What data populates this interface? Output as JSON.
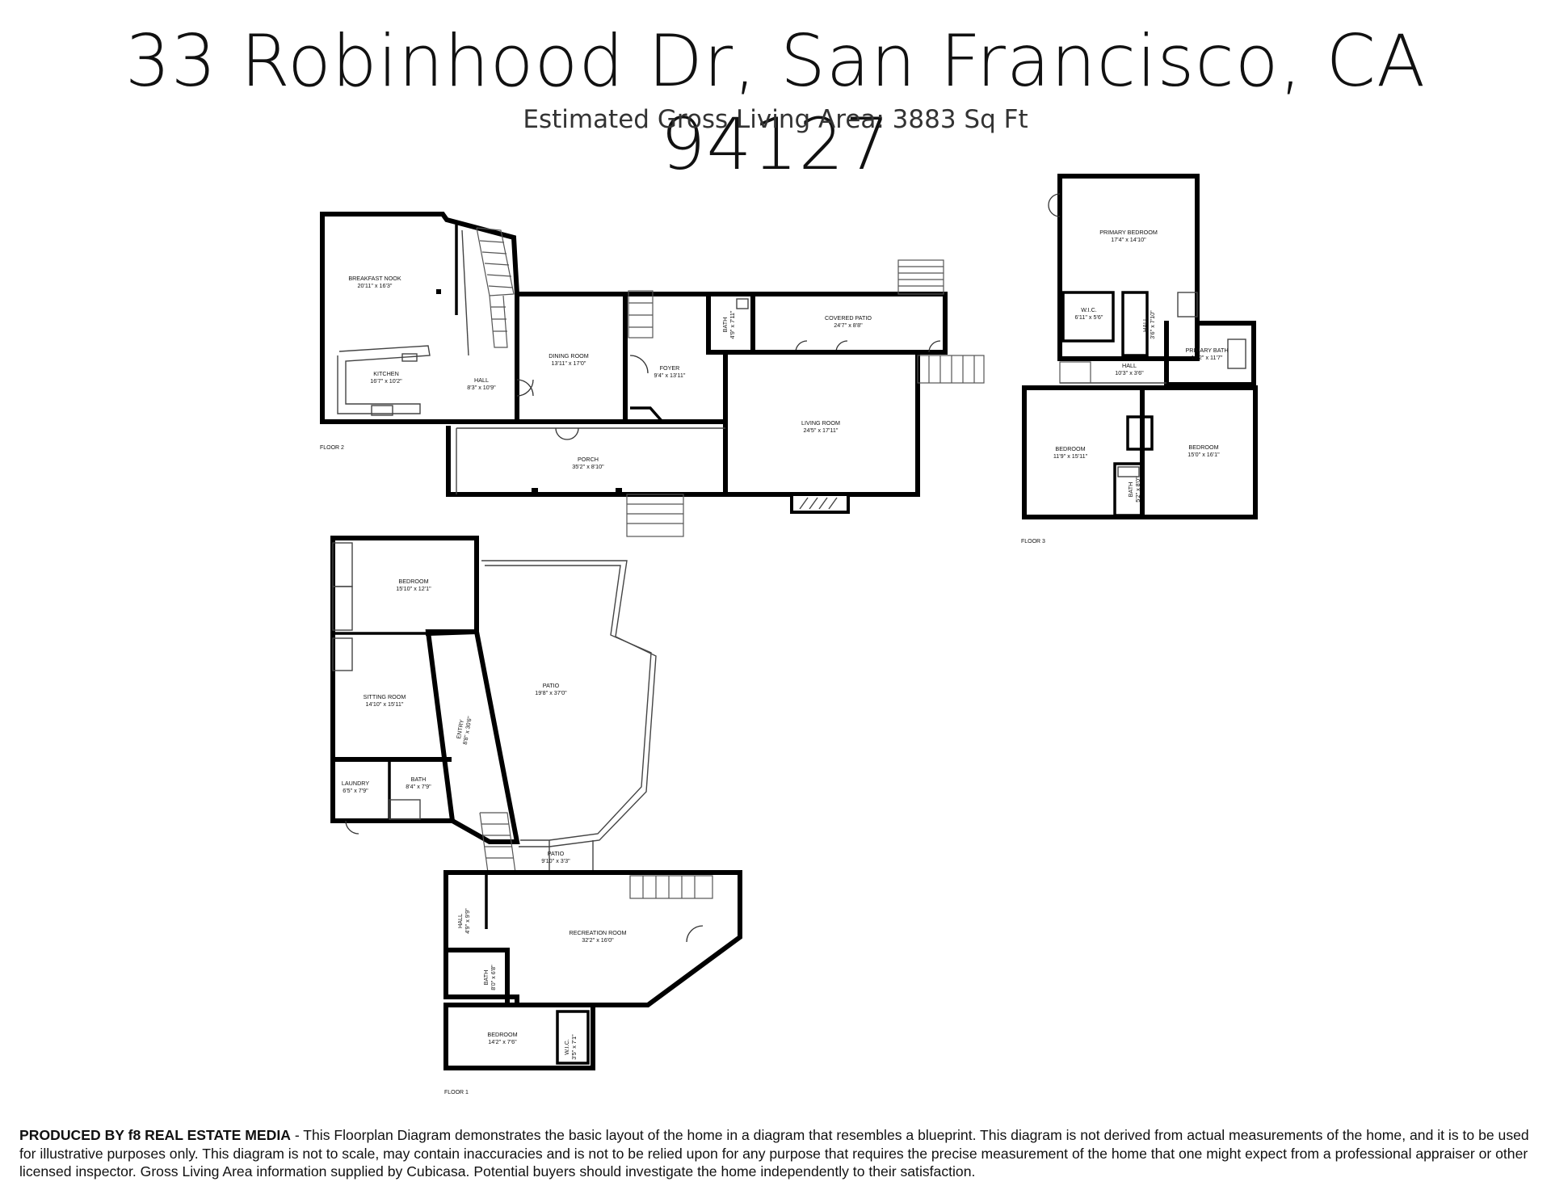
{
  "header": {
    "title": "33 Robinhood Dr, San Francisco, CA 94127",
    "subtitle": "Estimated Gross Living Area: 3883 Sq Ft"
  },
  "floors": {
    "floor2": {
      "label": "FLOOR 2",
      "rooms": {
        "breakfast_nook": {
          "name": "BREAKFAST NOOK",
          "dims": "20'11\" x 16'3\""
        },
        "kitchen": {
          "name": "KITCHEN",
          "dims": "16'7\" x 10'2\""
        },
        "hall": {
          "name": "HALL",
          "dims": "8'3\" x 10'9\""
        },
        "dining_room": {
          "name": "DINING ROOM",
          "dims": "13'11\" x 17'0\""
        },
        "foyer": {
          "name": "FOYER",
          "dims": "9'4\" x 13'11\""
        },
        "bath": {
          "name": "BATH",
          "dims": "4'9\" x 7'11\""
        },
        "covered_patio": {
          "name": "COVERED PATIO",
          "dims": "24'7\" x 8'8\""
        },
        "living_room": {
          "name": "LIVING ROOM",
          "dims": "24'5\" x 17'11\""
        },
        "porch": {
          "name": "PORCH",
          "dims": "35'2\" x 8'10\""
        }
      }
    },
    "floor3": {
      "label": "FLOOR 3",
      "rooms": {
        "primary_bedroom": {
          "name": "PRIMARY BEDROOM",
          "dims": "17'4\" x 14'10\""
        },
        "wic": {
          "name": "W.I.C.",
          "dims": "6'11\" x 5'6\""
        },
        "hall_small": {
          "name": "HALL",
          "dims": "3'6\" x 7'10\""
        },
        "primary_bath": {
          "name": "PRIMARY BATH",
          "dims": "10'2\" x 11'7\""
        },
        "hall": {
          "name": "HALL",
          "dims": "10'3\" x 3'6\""
        },
        "bedroom_left": {
          "name": "BEDROOM",
          "dims": "11'9\" x 15'11\""
        },
        "bedroom_right": {
          "name": "BEDROOM",
          "dims": "15'0\" x 16'1\""
        },
        "bath": {
          "name": "BATH",
          "dims": "5'2\" x 8'0\""
        }
      }
    },
    "floor1": {
      "label": "FLOOR 1",
      "rooms": {
        "bedroom_top": {
          "name": "BEDROOM",
          "dims": "15'10\" x 12'1\""
        },
        "sitting_room": {
          "name": "SITTING ROOM",
          "dims": "14'10\" x 15'11\""
        },
        "entry": {
          "name": "ENTRY",
          "dims": "8'8\" x 30'6\""
        },
        "patio_large": {
          "name": "PATIO",
          "dims": "19'8\" x 37'0\""
        },
        "laundry": {
          "name": "LAUNDRY",
          "dims": "6'5\" x 7'9\""
        },
        "bath_upper": {
          "name": "BATH",
          "dims": "8'4\" x 7'9\""
        },
        "patio_small": {
          "name": "PATIO",
          "dims": "9'10\" x 3'3\""
        },
        "hall": {
          "name": "HALL",
          "dims": "4'9\" x 9'9\""
        },
        "recreation_room": {
          "name": "RECREATION ROOM",
          "dims": "32'2\" x 16'0\""
        },
        "bath_lower": {
          "name": "BATH",
          "dims": "8'0\" x 6'8\""
        },
        "bedroom_bottom": {
          "name": "BEDROOM",
          "dims": "14'2\" x 7'6\""
        },
        "wic": {
          "name": "W.I.C.",
          "dims": "3'5\" x 7'1\""
        }
      }
    }
  },
  "footer": {
    "producer": "PRODUCED BY f8 REAL ESTATE MEDIA",
    "disclaimer": " - This Floorplan Diagram demonstrates the basic layout of the home in a diagram that resembles a blueprint. This diagram is not derived from actual measurements of the home, and it is to be used for illustrative purposes only. This diagram is not to scale, may contain inaccuracies and is not to be relied upon for any purpose that requires the precise measurement of the home that one might expect from a professional appraiser or other licensed inspector. Gross Living Area information supplied by Cubicasa. Potential buyers should investigate the home independently to their satisfaction."
  }
}
